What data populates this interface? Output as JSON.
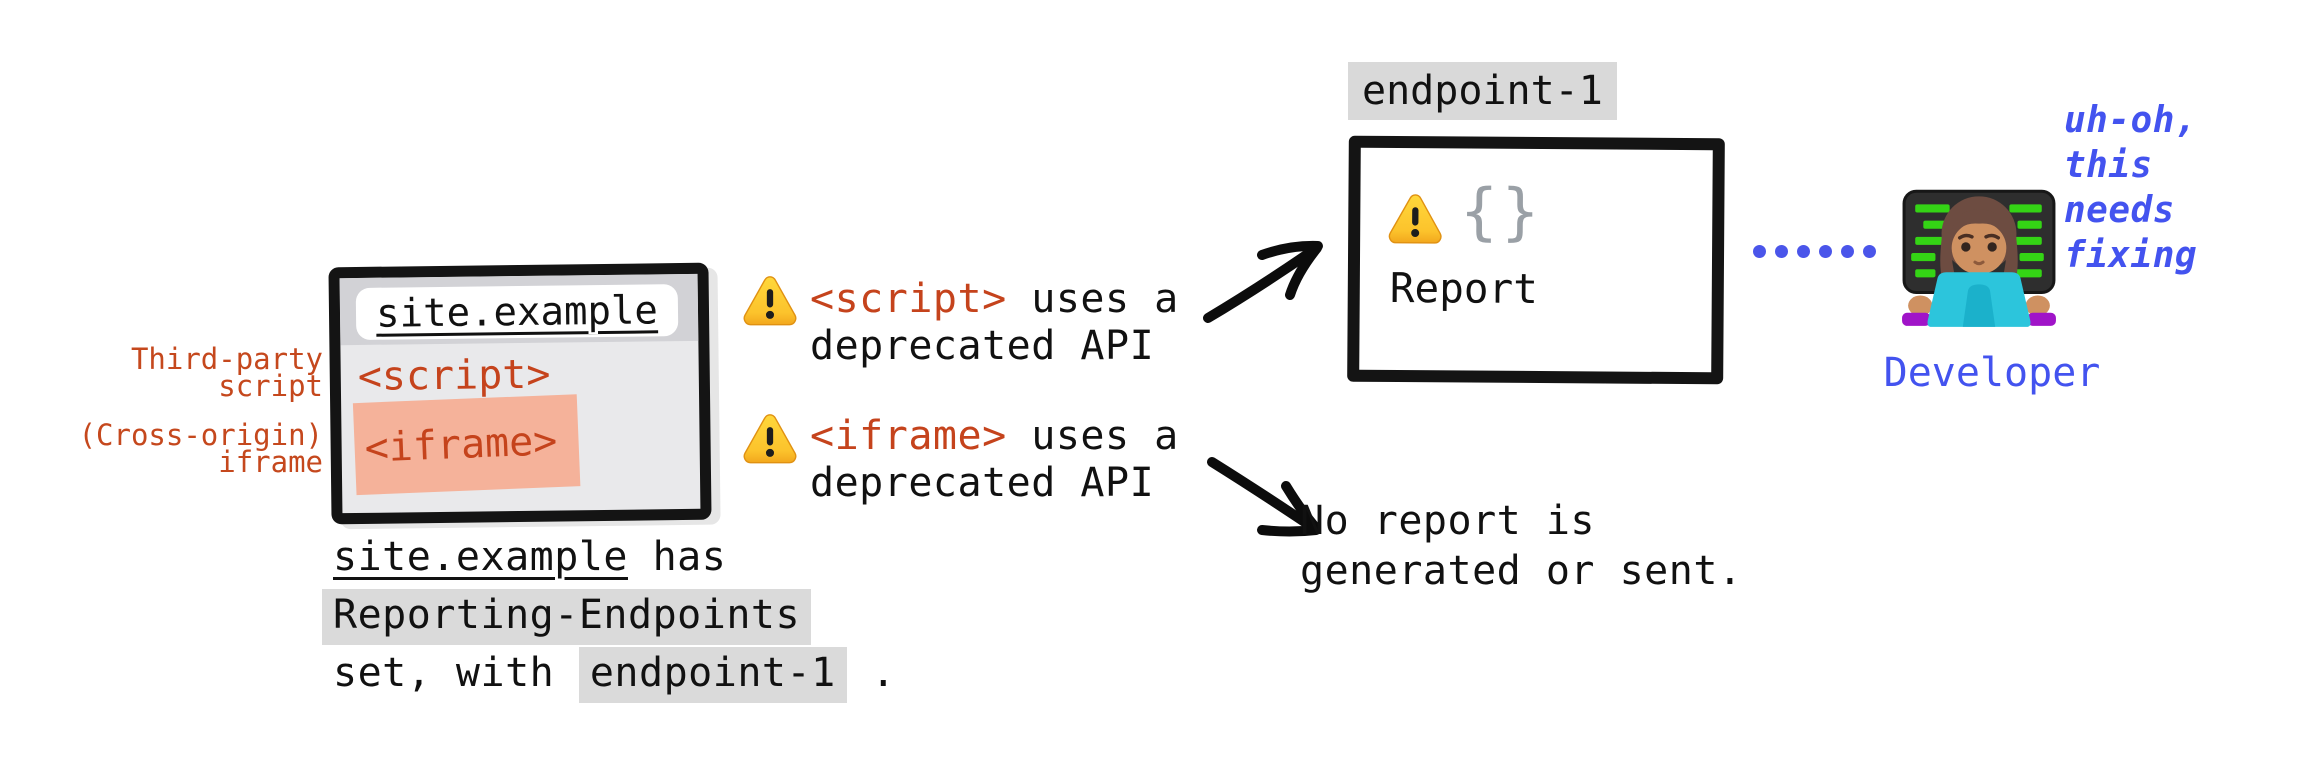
{
  "colors": {
    "accent_red": "#c5431c",
    "accent_blue": "#4353ef",
    "chip_gray": "#dadada",
    "highlight_salmon": "#f5b29a",
    "window_content_gray": "#e9e9eb",
    "window_chrome_gray": "#d2d2d6",
    "brace_gray": "#9aa0a6",
    "warning_yellow": "#fdd23a",
    "ink_black": "#141414"
  },
  "browser_window": {
    "url": "site.example",
    "script_tag": "<script>",
    "iframe_tag": "<iframe>"
  },
  "side_labels": {
    "third_party": "Third-party\nscript",
    "cross_origin": "(Cross-origin)\niframe"
  },
  "warnings": {
    "script": {
      "tag": "<script>",
      "rest": " uses a",
      "line2": "deprecated API"
    },
    "iframe": {
      "tag": "<iframe>",
      "rest": " uses a",
      "line2": "deprecated API"
    }
  },
  "endpoint": {
    "name": "endpoint-1",
    "report_braces": "{}",
    "report_label": "Report"
  },
  "no_report": {
    "line1": "No report is",
    "line2": "generated or sent."
  },
  "developer": {
    "label": "Developer",
    "thought": "uh-oh,\nthis\nneeds\nfixing"
  },
  "caption": {
    "site": "site.example",
    "has": " has",
    "header": "Reporting-Endpoints",
    "set_with": "set, with ",
    "endpoint": "endpoint-1",
    "period": " ."
  },
  "icons": {
    "warning": "warning-triangle-icon",
    "developer": "woman-technologist-emoji",
    "connector": "dotted-line",
    "arrow_up": "arrow-up-right",
    "arrow_down": "arrow-down-right"
  }
}
